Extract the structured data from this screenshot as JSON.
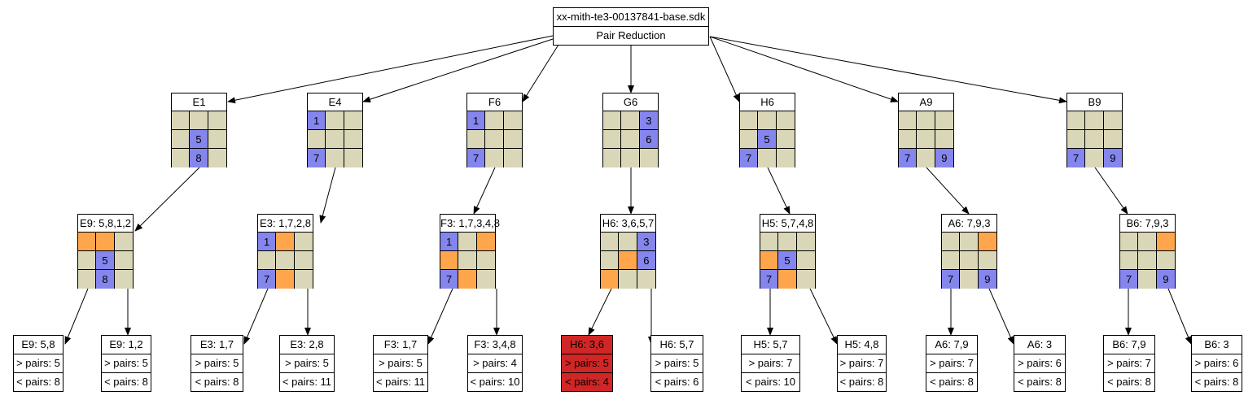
{
  "colors": {
    "empty": "#d9d7b7",
    "given": "#8585ee",
    "highlight": "#ffa64d",
    "failed": "#d12626"
  },
  "root": {
    "title": "xx-mith-te3-00137841-base.sdk",
    "subtitle": "Pair Reduction"
  },
  "level1": [
    {
      "label": "E1",
      "cells": [
        [
          "e",
          "e",
          "e"
        ],
        [
          "e",
          {
            "v": "5"
          },
          "e"
        ],
        [
          "e",
          {
            "v": "8"
          },
          "e"
        ]
      ]
    },
    {
      "label": "E4",
      "cells": [
        [
          {
            "v": "1"
          },
          "e",
          "e"
        ],
        [
          "e",
          "e",
          "e"
        ],
        [
          {
            "v": "7"
          },
          "e",
          "e"
        ]
      ]
    },
    {
      "label": "F6",
      "cells": [
        [
          {
            "v": "1"
          },
          "e",
          "e"
        ],
        [
          "e",
          "e",
          "e"
        ],
        [
          {
            "v": "7"
          },
          "e",
          "e"
        ]
      ]
    },
    {
      "label": "G6",
      "cells": [
        [
          "e",
          "e",
          {
            "v": "3"
          }
        ],
        [
          "e",
          "e",
          {
            "v": "6"
          }
        ],
        [
          "e",
          "e",
          "e"
        ]
      ]
    },
    {
      "label": "H6",
      "cells": [
        [
          "e",
          "e",
          "e"
        ],
        [
          "e",
          {
            "v": "5"
          },
          "e"
        ],
        [
          {
            "v": "7"
          },
          "e",
          "e"
        ]
      ]
    },
    {
      "label": "A9",
      "cells": [
        [
          "e",
          "e",
          "e"
        ],
        [
          "e",
          "e",
          "e"
        ],
        [
          {
            "v": "7"
          },
          "e",
          {
            "v": "9"
          }
        ]
      ]
    },
    {
      "label": "B9",
      "cells": [
        [
          "e",
          "e",
          "e"
        ],
        [
          "e",
          "e",
          "e"
        ],
        [
          {
            "v": "7"
          },
          "e",
          {
            "v": "9"
          }
        ]
      ]
    }
  ],
  "level2": [
    {
      "label": "E9: 5,8,1,2",
      "cells": [
        [
          "h",
          "h",
          "e"
        ],
        [
          "e",
          {
            "v": "5"
          },
          "e"
        ],
        [
          "e",
          {
            "v": "8"
          },
          "e"
        ]
      ]
    },
    {
      "label": "E3: 1,7,2,8",
      "cells": [
        [
          {
            "v": "1"
          },
          "h",
          "e"
        ],
        [
          "e",
          "e",
          "e"
        ],
        [
          {
            "v": "7"
          },
          "h",
          "e"
        ]
      ]
    },
    {
      "label": "F3: 1,7,3,4,8",
      "cells": [
        [
          {
            "v": "1"
          },
          "e",
          "h"
        ],
        [
          "h",
          "e",
          "e"
        ],
        [
          {
            "v": "7"
          },
          "h",
          "e"
        ]
      ]
    },
    {
      "label": "H6: 3,6,5,7",
      "cells": [
        [
          "e",
          "e",
          {
            "v": "3"
          }
        ],
        [
          "e",
          "h",
          {
            "v": "6"
          }
        ],
        [
          "h",
          "e",
          "e"
        ]
      ]
    },
    {
      "label": "H5: 5,7,4,8",
      "cells": [
        [
          "e",
          "e",
          "e"
        ],
        [
          "h",
          {
            "v": "5"
          },
          "e"
        ],
        [
          {
            "v": "7"
          },
          "h",
          "e"
        ]
      ]
    },
    {
      "label": "A6: 7,9,3",
      "cells": [
        [
          "e",
          "e",
          "h"
        ],
        [
          "e",
          "e",
          "e"
        ],
        [
          {
            "v": "7"
          },
          "e",
          {
            "v": "9"
          }
        ]
      ]
    },
    {
      "label": "B6: 7,9,3",
      "cells": [
        [
          "e",
          "e",
          "h"
        ],
        [
          "e",
          "e",
          "e"
        ],
        [
          {
            "v": "7"
          },
          "e",
          {
            "v": "9"
          }
        ]
      ]
    }
  ],
  "level3": [
    {
      "title": "E9: 5,8",
      "gt": "> pairs: 5",
      "lt": "< pairs: 8"
    },
    {
      "title": "E9: 1,2",
      "gt": "> pairs: 5",
      "lt": "< pairs: 8"
    },
    {
      "title": "E3: 1,7",
      "gt": "> pairs: 5",
      "lt": "< pairs: 8"
    },
    {
      "title": "E3: 2,8",
      "gt": "> pairs: 5",
      "lt": "< pairs: 11"
    },
    {
      "title": "F3: 1,7",
      "gt": "> pairs: 5",
      "lt": "< pairs: 11"
    },
    {
      "title": "F3: 3,4,8",
      "gt": "> pairs: 4",
      "lt": "< pairs: 10"
    },
    {
      "title": "H6: 3,6",
      "gt": "> pairs: 5",
      "lt": "< pairs: 4",
      "failed": true
    },
    {
      "title": "H6: 5,7",
      "gt": "> pairs: 5",
      "lt": "< pairs: 6"
    },
    {
      "title": "H5: 5,7",
      "gt": "> pairs: 7",
      "lt": "< pairs: 10"
    },
    {
      "title": "H5: 4,8",
      "gt": "> pairs: 7",
      "lt": "< pairs: 8"
    },
    {
      "title": "A6: 7,9",
      "gt": "> pairs: 7",
      "lt": "< pairs: 8"
    },
    {
      "title": "A6: 3",
      "gt": "> pairs: 6",
      "lt": "< pairs: 8"
    },
    {
      "title": "B6: 7,9",
      "gt": "> pairs: 7",
      "lt": "< pairs: 8"
    },
    {
      "title": "B6: 3",
      "gt": "> pairs: 6",
      "lt": "< pairs: 8"
    }
  ]
}
